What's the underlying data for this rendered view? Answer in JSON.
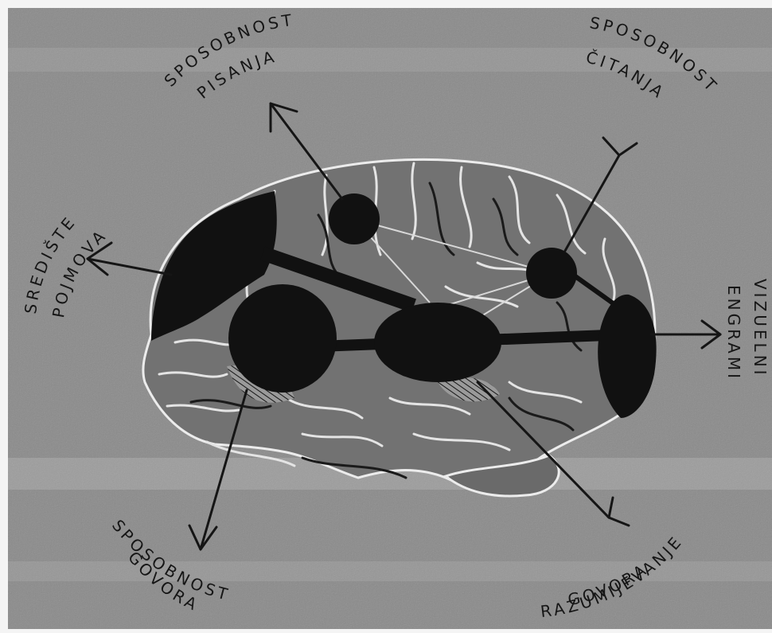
{
  "labels": {
    "writing_line1": "SPOSOBNOST",
    "writing_line2": "PISANJA",
    "reading_line1": "SPOSOBNOST",
    "reading_line2": "ČITANJA",
    "concepts_line1": "SREDIŠTE",
    "concepts_line2": "POJMOVA",
    "visual_line1": "VIZUELNI",
    "visual_line2": "ENGRAMI",
    "speech_line1": "SPOSOBNOST",
    "speech_line2": "GOVORA",
    "comprehension_line1": "RAZUMIJEVANJE",
    "comprehension_line2": "GOVORA"
  },
  "colors": {
    "page": "#f4f4f4",
    "background_gray": "#8a8a8a",
    "brain_fill": "#727272",
    "region_dark": "#111111",
    "ink": "#161616",
    "fold_line": "#e4e4e4"
  }
}
